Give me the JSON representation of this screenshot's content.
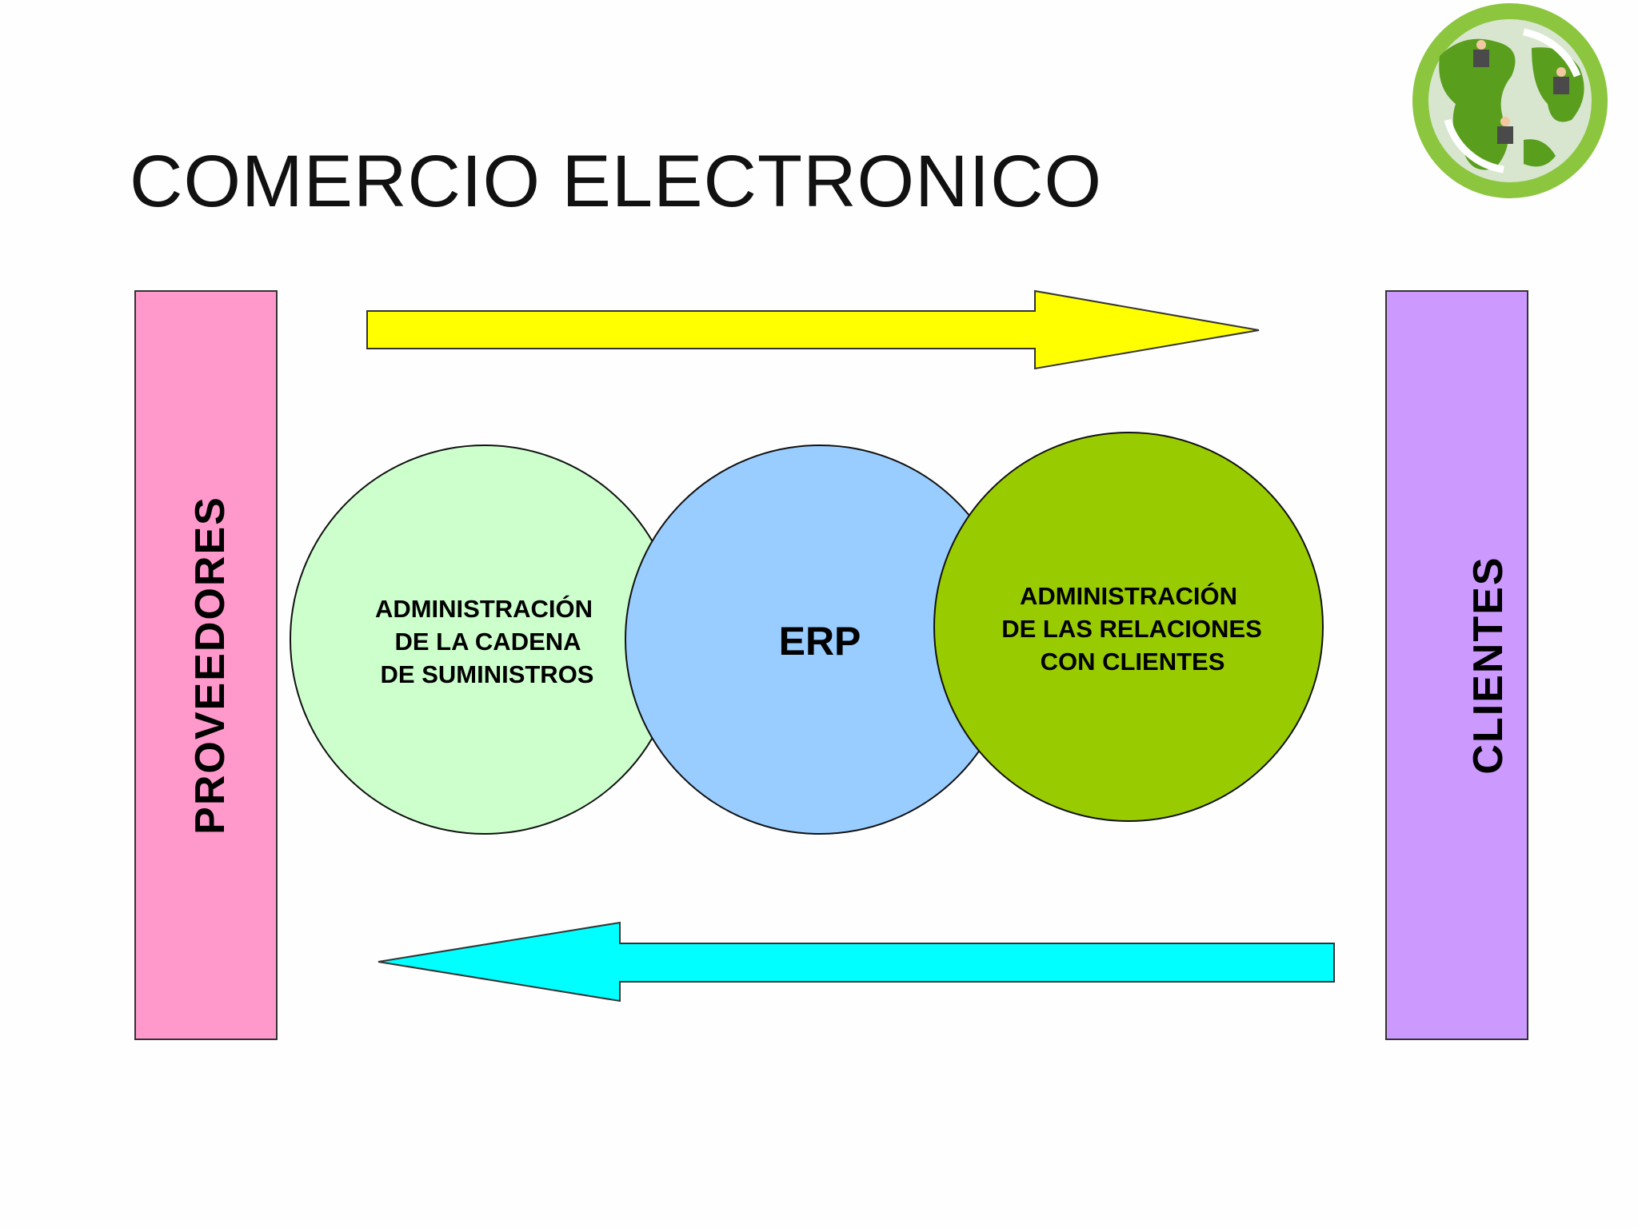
{
  "slide": {
    "title": "COMERCIO ELECTRONICO"
  },
  "bars": {
    "left": {
      "label": "PROVEEDORES",
      "color": "#ff99cc"
    },
    "right": {
      "label": "CLIENTES",
      "color": "#cc99ff"
    }
  },
  "arrows": {
    "top": {
      "direction": "right",
      "color": "#ffff00"
    },
    "bottom": {
      "direction": "left",
      "color": "#00ffff"
    }
  },
  "circles": {
    "scm": {
      "lines": [
        "ADMINISTRACIÓN",
        "DE LA CADENA",
        "DE SUMINISTROS"
      ],
      "color": "#ccffcc"
    },
    "erp": {
      "label": "ERP",
      "color": "#99ccff"
    },
    "crm": {
      "lines": [
        "ADMINISTRACIÓN",
        "DE LAS RELACIONES",
        "CON CLIENTES"
      ],
      "color": "#99cc00"
    }
  },
  "logo": {
    "icon": "globe-network-icon",
    "colors": {
      "outer": "#8cc63f",
      "land": "#5a9e1e",
      "sea": "#d8e6cf"
    }
  }
}
